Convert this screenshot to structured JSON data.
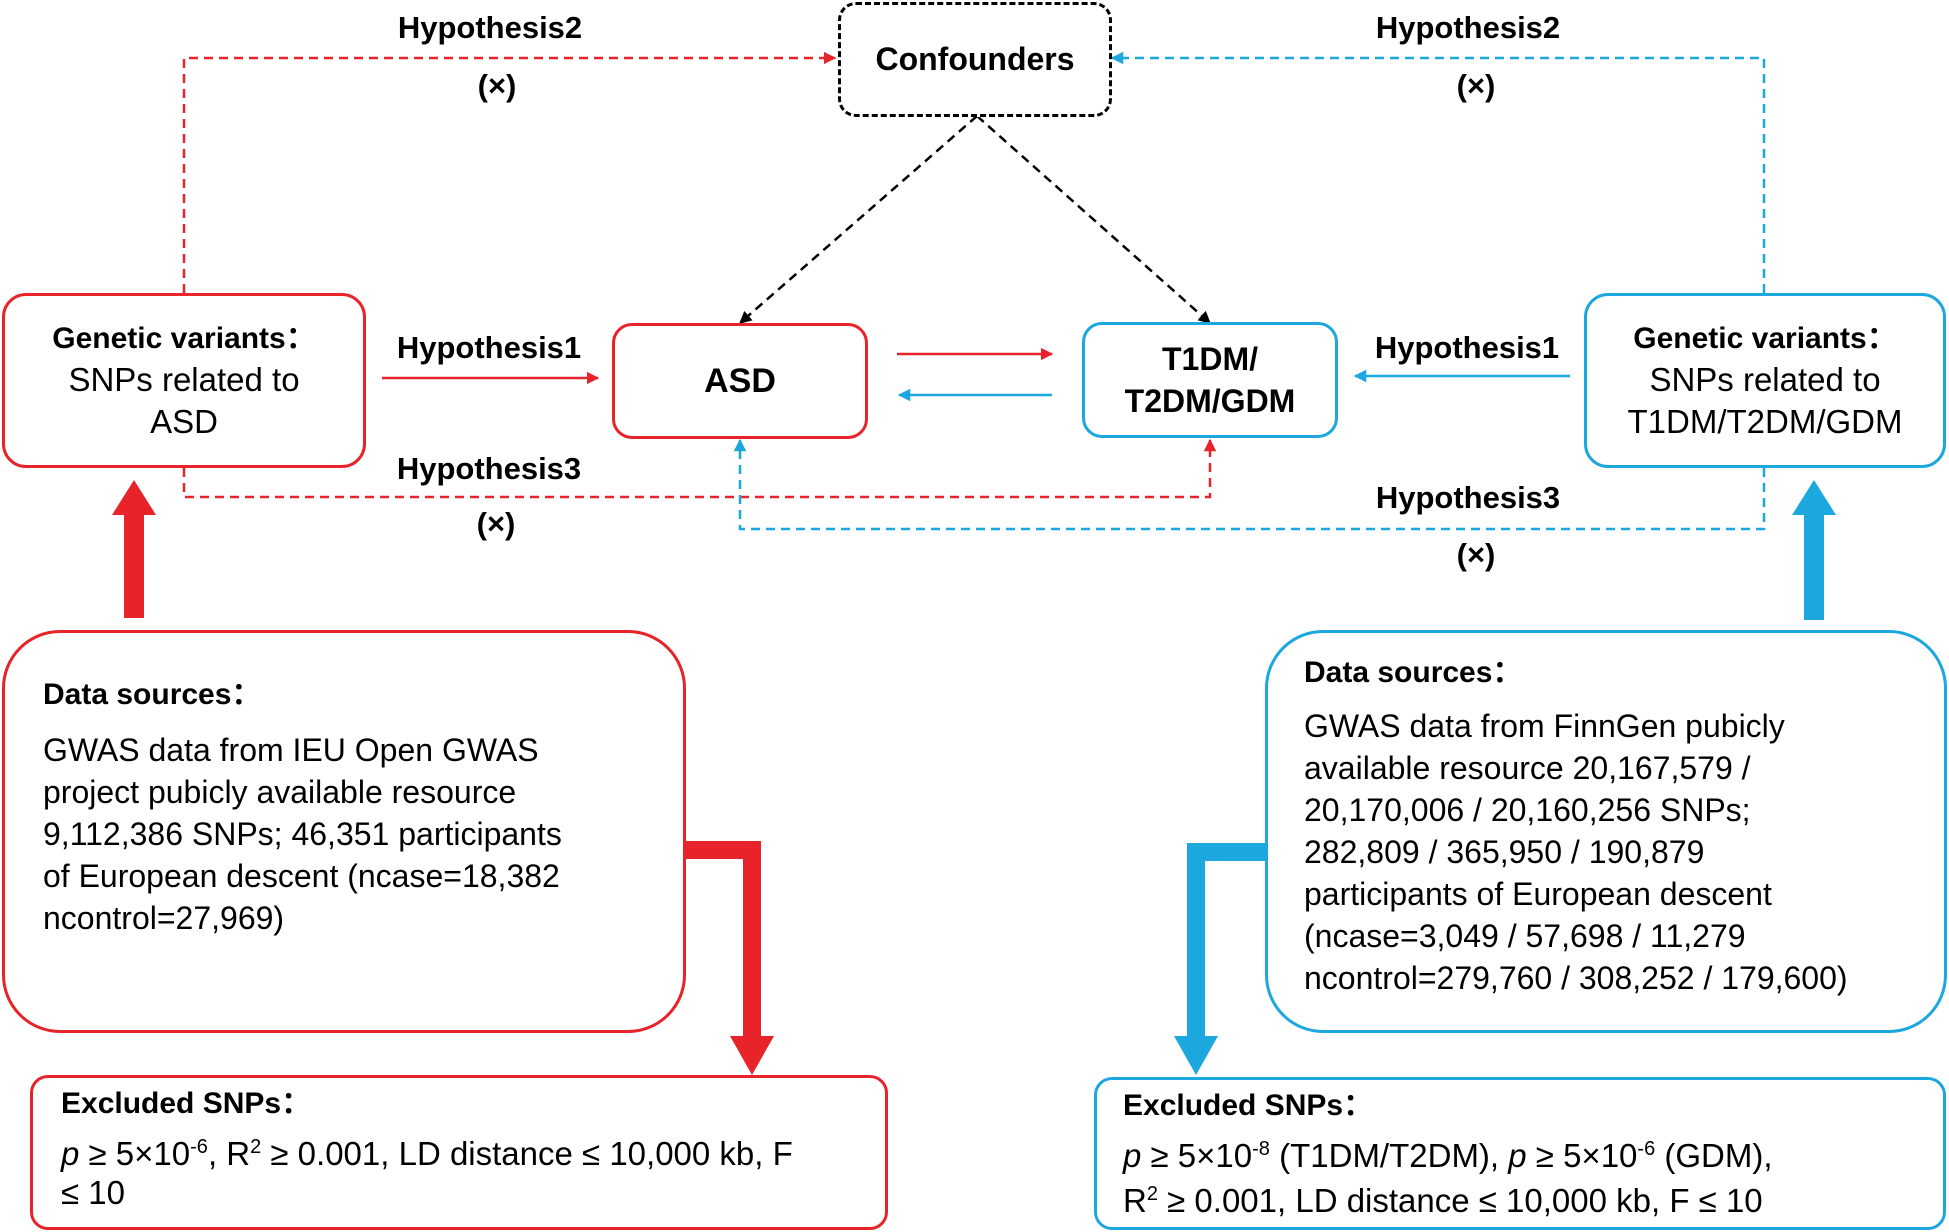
{
  "nodes": {
    "confounders": "Confounders",
    "asd": "ASD",
    "diab_line1": "T1DM/",
    "diab_line2": "T2DM/GDM",
    "left_gv_title": "Genetic variants：",
    "left_gv_l1": "SNPs related to",
    "left_gv_l2": "ASD",
    "right_gv_title": "Genetic variants：",
    "right_gv_l1": "SNPs related to",
    "right_gv_l2": "T1DM/T2DM/GDM"
  },
  "hypotheses": {
    "h1": "Hypothesis1",
    "h2": "Hypothesis2",
    "h3": "Hypothesis3",
    "cross": "(×)"
  },
  "left_sources": {
    "title": "Data sources：",
    "lines": [
      "GWAS data from IEU Open GWAS",
      "project pubicly available resource",
      "9,112,386 SNPs; 46,351 participants",
      "of European descent (ncase=18,382",
      "ncontrol=27,969)"
    ]
  },
  "right_sources": {
    "title": "Data sources：",
    "lines": [
      "GWAS data from FinnGen pubicly",
      "available resource 20,167,579 /",
      "20,170,006 / 20,160,256 SNPs;",
      "282,809 / 365,950 / 190,879",
      "participants of European descent",
      "(ncase=3,049 / 57,698 / 11,279",
      "ncontrol=279,760 / 308,252 / 179,600)"
    ]
  },
  "left_excluded": {
    "title": "Excluded SNPs：",
    "p": "p",
    "a": " ≥ 5×10",
    "a_exp": "-6",
    "b": ", R",
    "b_sup": "2",
    "c": " ≥ 0.001, LD distance ≤ 10,000 kb, F",
    "line2": "≤ 10"
  },
  "right_excluded": {
    "title": "Excluded SNPs：",
    "p": "p",
    "a": " ≥ 5×10",
    "a_exp": "-8",
    "b": " (T1DM/T2DM), ",
    "p2": "p",
    "c": " ≥ 5×10",
    "c_exp": "-6",
    "d": " (GDM),",
    "e": "R",
    "e_sup": "2",
    "f": " ≥ 0.001, LD distance ≤ 10,000 kb, F ≤ 10"
  },
  "colors": {
    "left": "#e8232a",
    "right": "#1ca7df",
    "confounder": "#000000"
  }
}
